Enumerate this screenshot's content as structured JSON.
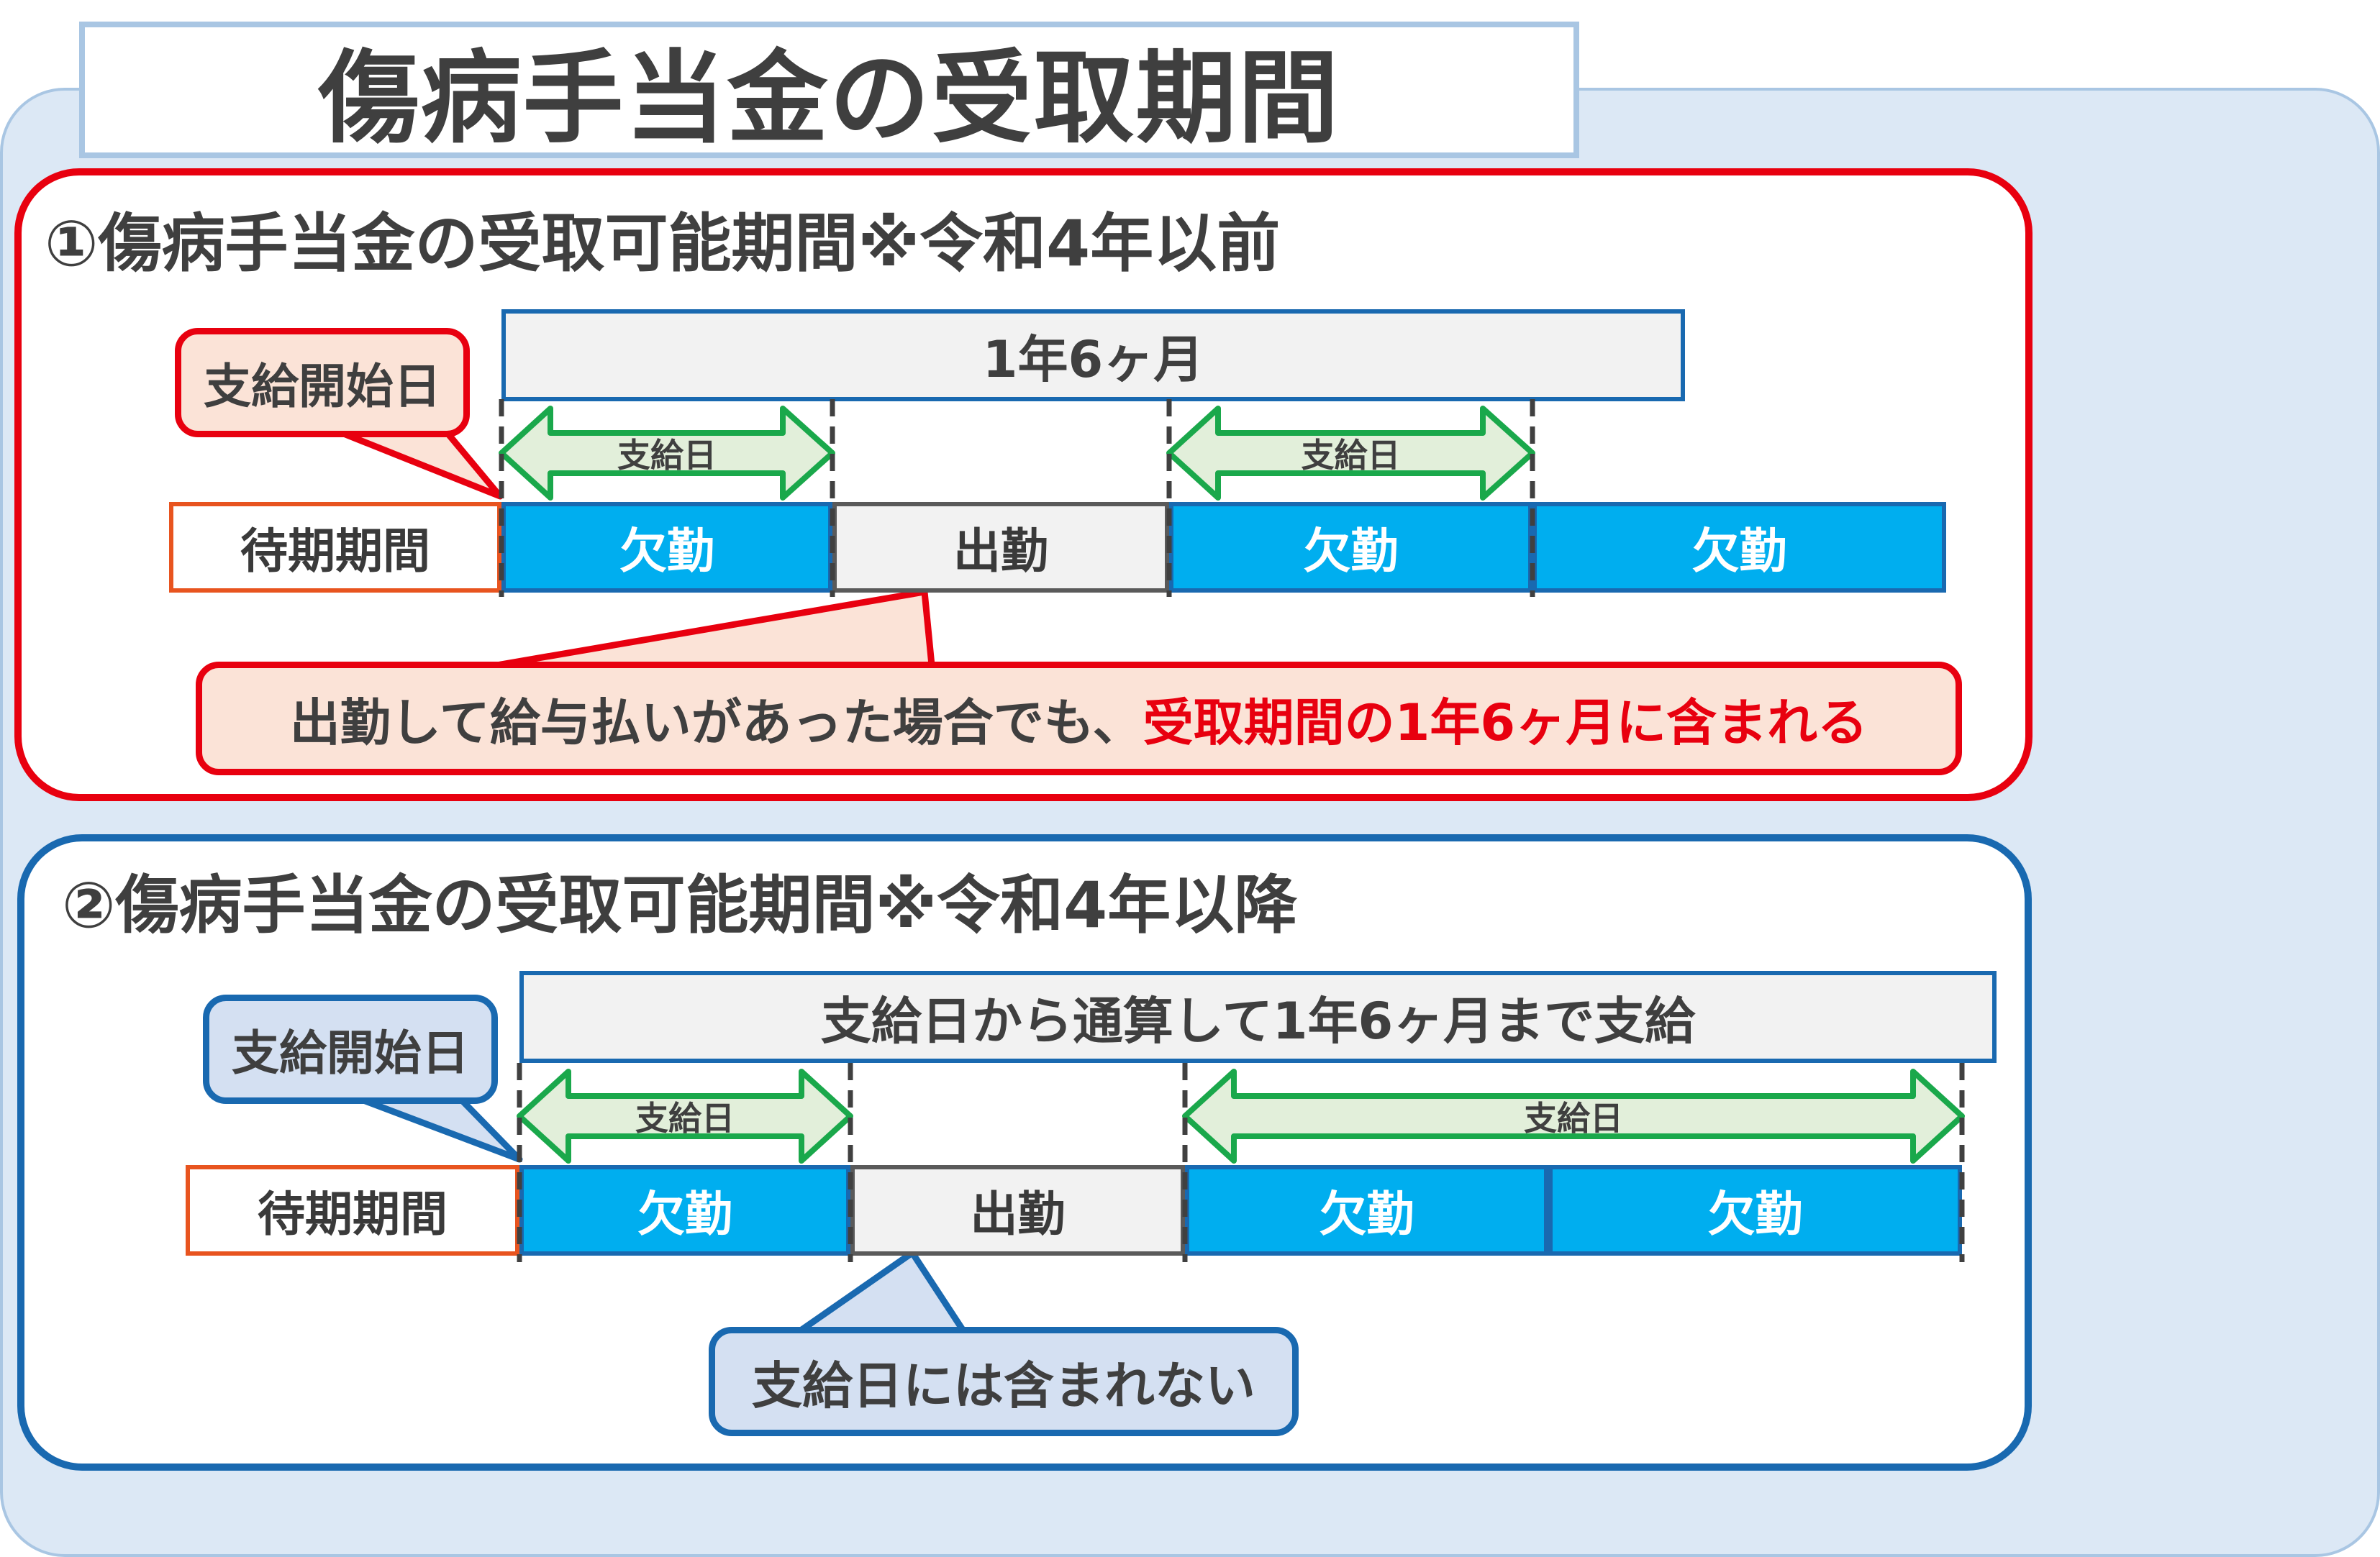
{
  "title": "傷病手当金の受取期間",
  "section1": {
    "heading": "①傷病手当金の受取可能期間※令和4年以前",
    "start_label": "支給開始日",
    "span_label": "1年6ヶ月",
    "pay_label_1": "支給日",
    "pay_label_2": "支給日",
    "segments": {
      "wait": "待期期間",
      "absence_1": "欠勤",
      "work": "出勤",
      "absence_2": "欠勤",
      "absence_3": "欠勤"
    },
    "note_prefix": "出勤して給与払いがあった場合でも、",
    "note_accent": "受取期間の1年6ヶ月に含まれる"
  },
  "section2": {
    "heading": "②傷病手当金の受取可能期間※令和4年以降",
    "start_label": "支給開始日",
    "span_label": "支給日から通算して1年6ヶ月まで支給",
    "pay_label_1": "支給日",
    "pay_label_2": "支給日",
    "segments": {
      "wait": "待期期間",
      "absence_1": "欠勤",
      "work": "出勤",
      "absence_2": "欠勤",
      "absence_3": "欠勤"
    },
    "note": "支給日には含まれない"
  },
  "colors": {
    "red": "#e8000f",
    "blue": "#1969b0",
    "absence_fill": "#00aeef",
    "pay_arrow": "#1aa84b",
    "pay_fill": "#e2efda",
    "background": "#dce8f5"
  }
}
